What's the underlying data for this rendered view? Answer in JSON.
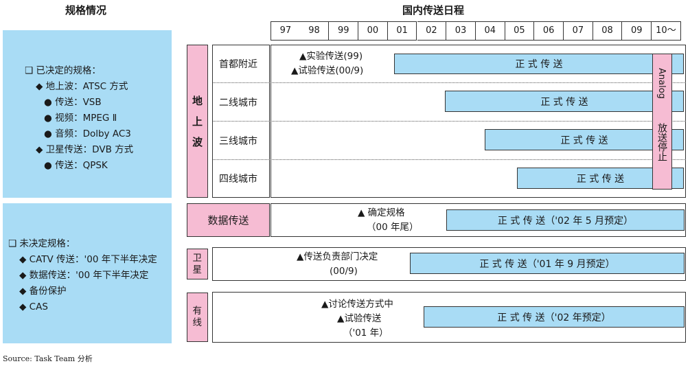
{
  "headers": {
    "left": "规格情况",
    "right": "国内传送日程"
  },
  "years": [
    "97",
    "98",
    "99",
    "00",
    "01",
    "02",
    "03",
    "04",
    "05",
    "06",
    "07",
    "08",
    "09",
    "10～"
  ],
  "decided_panel": {
    "lines": [
      "❑ 已决定的规格：",
      "◆ 地上波：ATSC 方式",
      "● 传送：VSB",
      "● 视频：MPEG Ⅱ",
      "● 音频：Dolby AC3",
      "◆ 卫星传送：DVB 方式",
      "● 传送：QPSK"
    ]
  },
  "undecided_panel": {
    "lines": [
      "❑ 未决定规格：",
      "◆ CATV 传送：'00 年下半年决定",
      "◆ 数据传送：'00 年下半年决定",
      "◆ 备份保护",
      "◆ CAS"
    ]
  },
  "terrestrial": {
    "group_label": [
      "地",
      "上",
      "波"
    ],
    "rows": [
      {
        "label": "首都附近",
        "bar": "正 式 传 送",
        "start": "01"
      },
      {
        "label": "二线城市",
        "bar": "正 式 传 送",
        "start": "03"
      },
      {
        "label": "三线城市",
        "bar": "正 式 传 送",
        "start": "04"
      },
      {
        "label": "四线城市",
        "bar": "正 式 传 送",
        "start": "05"
      }
    ],
    "notes": [
      "▲实验传送(99)",
      "▲试验传送(00/9)"
    ],
    "analog_stop": {
      "en": "Analog",
      "cn": "放送停止"
    }
  },
  "data_broadcast": {
    "label": "数据传送",
    "notes": [
      "▲ 确定规格",
      "（00 年尾）"
    ],
    "bar": "正 式 传 送（'02 年 5 月预定）"
  },
  "satellite": {
    "label": "卫星",
    "notes": [
      "▲传送负责部门决定",
      "(00/9)"
    ],
    "bar": "正 式 传 送（'01 年 9 月预定）"
  },
  "cable": {
    "label": "有线",
    "notes": [
      "▲讨论传送方式中",
      "▲试验传送",
      "（'01 年）"
    ],
    "bar": "正 式 传 送（'02 年预定）"
  },
  "source": "Source: Task Team 分析",
  "colors": {
    "blue": "#a9dcf5",
    "pink": "#f6bcd3"
  }
}
